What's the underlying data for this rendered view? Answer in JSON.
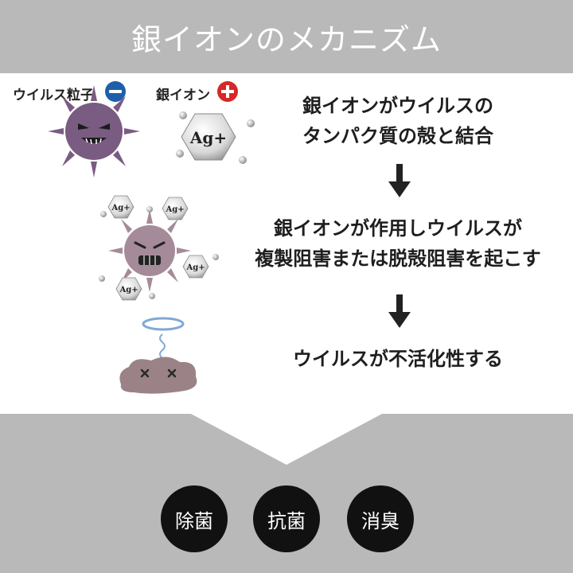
{
  "header": {
    "title": "銀イオンのメカニズム"
  },
  "legend": {
    "virus_label": "ウイルス粒子",
    "ion_label": "銀イオン"
  },
  "ion_symbol": "Ag+",
  "ion_symbol_small": "Ag+",
  "steps": [
    {
      "lines": [
        "銀イオンがウイルスの",
        "タンパク質の殻と結合"
      ]
    },
    {
      "lines": [
        "銀イオンが作用しウイルスが",
        "複製阻害または脱殻阻害を起こす"
      ]
    },
    {
      "lines": [
        "ウイルスが不活化性する"
      ]
    }
  ],
  "badges": [
    "除菌",
    "抗菌",
    "消臭"
  ],
  "colors": {
    "header_bg": "#b9b9b9",
    "virus_active": "#7a5b82",
    "virus_weak": "#a58b99",
    "virus_dead": "#9a8287",
    "halo": "#7fa9d6",
    "minus": "#1f5fa8",
    "plus": "#d92626",
    "badge": "#111111"
  }
}
